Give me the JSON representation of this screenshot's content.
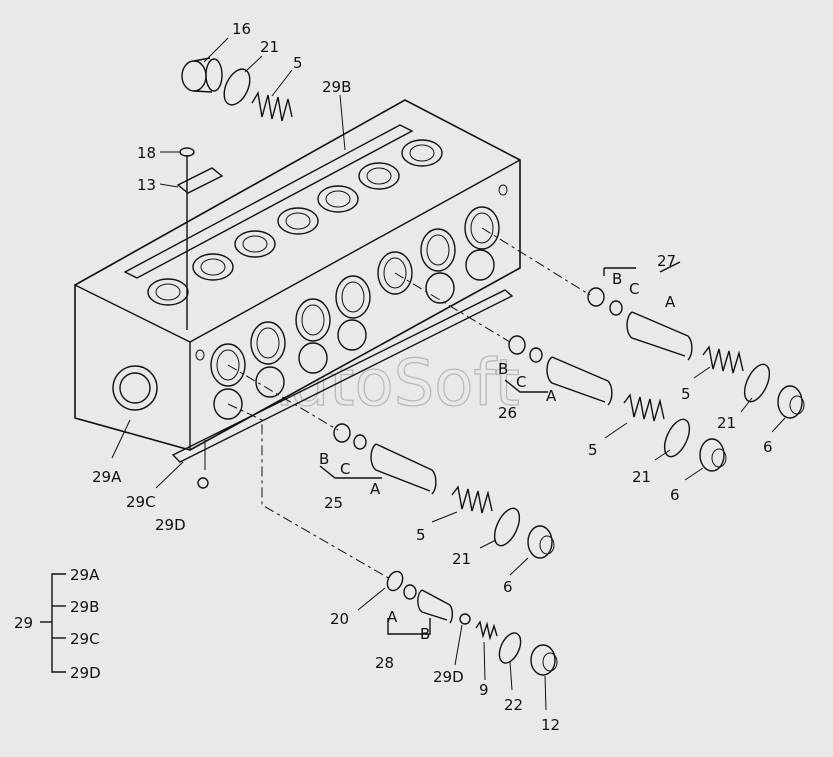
{
  "watermark": "AutoSoft",
  "labels": {
    "l16": "16",
    "l21a": "21",
    "l5a": "5",
    "l29B": "29B",
    "l18": "18",
    "l13": "13",
    "l27": "27",
    "l27B": "B",
    "l27C": "C",
    "l27A": "A",
    "l5b": "5",
    "l21b": "21",
    "l6a": "6",
    "l26B": "B",
    "l26C": "C",
    "l26A": "A",
    "l26": "26",
    "l5c": "5",
    "l21c": "21",
    "l6b": "6",
    "l29A": "29A",
    "l29C": "29C",
    "l29D": "29D",
    "l25B": "B",
    "l25C": "C",
    "l25A": "A",
    "l25": "25",
    "l5d": "5",
    "l21d": "21",
    "l6c": "6",
    "l20": "20",
    "l28A": "A",
    "l28B": "B",
    "l28": "28",
    "l29Db": "29D",
    "l9": "9",
    "l22": "22",
    "l12": "12"
  },
  "legend": {
    "parent": "29",
    "children": [
      "29A",
      "29B",
      "29C",
      "29D"
    ]
  }
}
